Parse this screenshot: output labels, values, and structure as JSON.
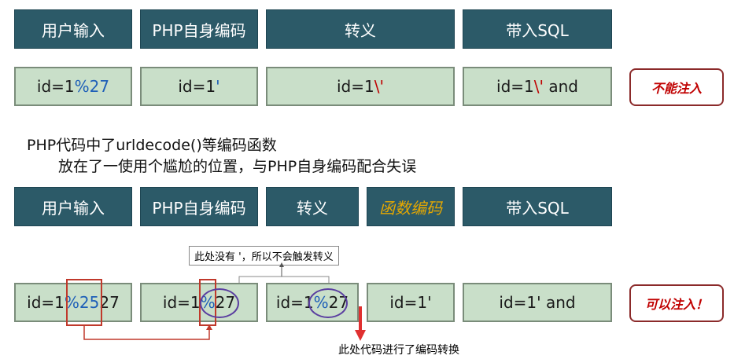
{
  "row1_headers": [
    "用户输入",
    "PHP自身编码",
    "转义",
    "带入SQL"
  ],
  "row1_values": [
    {
      "pre": "id=1",
      "hl": "%27",
      "post": ""
    },
    {
      "pre": "id=1",
      "hl": "'",
      "post": ""
    },
    {
      "pre": "id=1",
      "hl": "\\'",
      "post": ""
    },
    {
      "pre": "id=1",
      "hl": "\\'",
      "post": " and"
    }
  ],
  "row1_status": "不能注入",
  "note_line1": "PHP代码中了urldecode()等编码函数",
  "note_line2": "放在了一使用个尴尬的位置，与PHP自身编码配合失误",
  "row2_headers": [
    "用户输入",
    "PHP自身编码",
    "转义",
    "函数编码",
    "带入SQL"
  ],
  "row2_values": [
    "id=1%2527",
    "id=1%27",
    "id=1%27",
    "id=1'",
    "id=1' and"
  ],
  "row2_value_parts": [
    {
      "pre": "id=1",
      "hl": "%25",
      "post": "27"
    },
    {
      "pre": "id=1",
      "hl": "%",
      "post": "27"
    },
    {
      "pre": "id=1",
      "hl": "%",
      "post": "27"
    }
  ],
  "row2_status": "可以注入！",
  "callout_top": "此处没有 '，所以不会触发转义",
  "callout_bottom": "此处代码进行了编码转换",
  "colors": {
    "header_bg": "#2c5a68",
    "value_bg": "#c9dfc9",
    "accent_red": "#c00000",
    "accent_blue": "#1e5fb8",
    "accent_gold": "#e6a800"
  }
}
